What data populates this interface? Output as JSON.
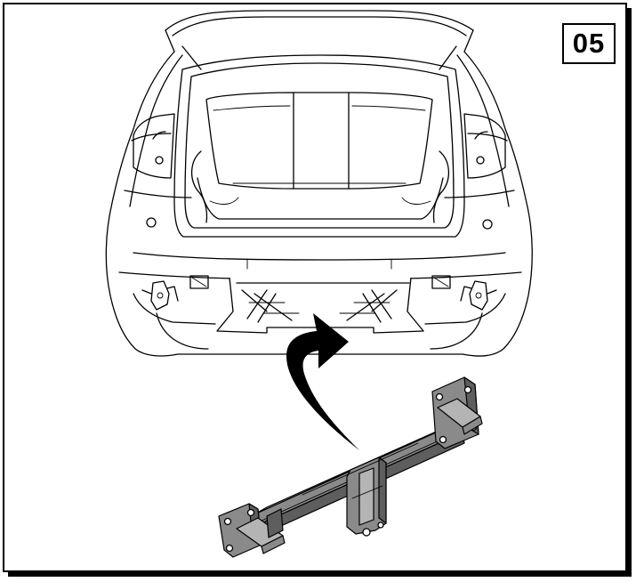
{
  "step": {
    "number": "05"
  },
  "colors": {
    "frame": "#000000",
    "background": "#ffffff",
    "crossbar_metal": "#8a8a8a",
    "arrow": "#000000"
  },
  "icons": [
    "car-rear-outline",
    "curved-arrow-up",
    "tow-bar-crossbar"
  ]
}
